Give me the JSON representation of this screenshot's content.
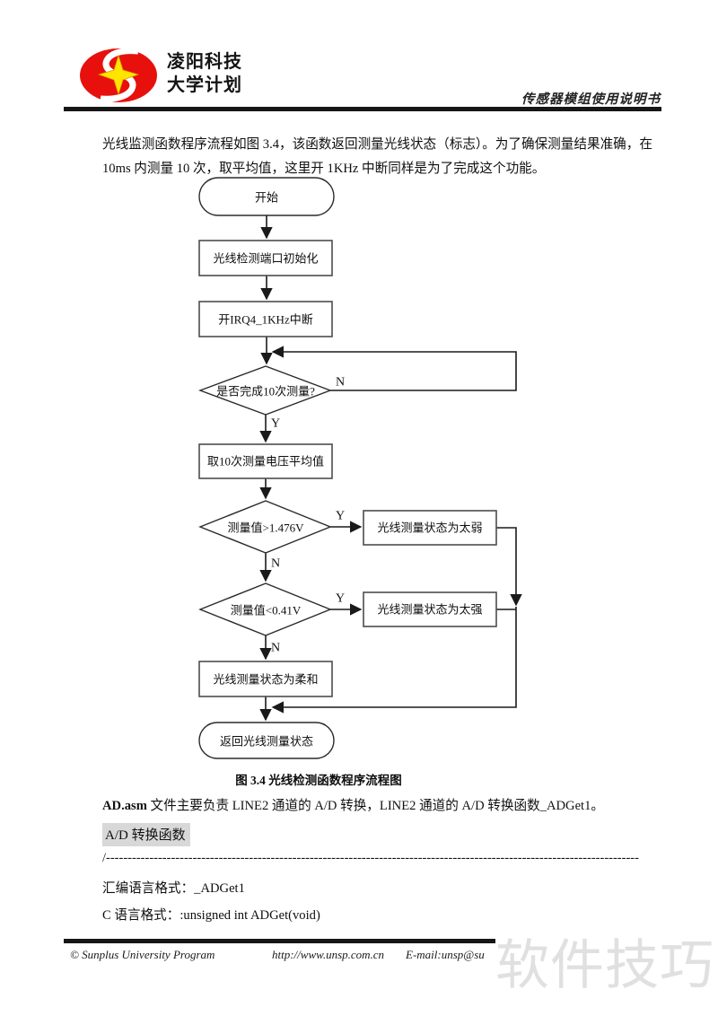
{
  "header": {
    "logo_line1": "凌阳科技",
    "logo_line2": "大学计划",
    "doc_title": "传感器模组使用说明书",
    "logo_colors": {
      "oval": "#e8100c",
      "star": "#ffe400"
    }
  },
  "intro": {
    "line1": "光线监测函数程序流程如图 3.4，该函数返回测量光线状态（标志）。为了确保测量结果准确，在",
    "line2": "10ms 内测量 10 次，取平均值，这里开 1KHz 中断同样是为了完成这个功能。"
  },
  "flowchart": {
    "caption": "图 3.4 光线检测函数程序流程图",
    "nodes": {
      "start": "开始",
      "init_port": "光线检测端口初始化",
      "open_irq": "开IRQ4_1KHz中断",
      "decision_ten": "是否完成10次测量?",
      "average": "取10次测量电压平均值",
      "decision_high": "测量值>1.476V",
      "too_weak": "光线测量状态为太弱",
      "decision_low": "测量值<0.41V",
      "too_strong": "光线测量状态为太强",
      "soft": "光线测量状态为柔和",
      "end": "返回光线测量状态"
    },
    "labels": {
      "yes": "Y",
      "no": "N"
    }
  },
  "body": {
    "ad_bold": "AD.asm",
    "ad_rest": " 文件主要负责 LINE2 通道的 A/D 转换，LINE2 通道的 A/D 转换函数_ADGet1。",
    "highlight": "A/D 转换函数",
    "divider": "/---------------------------------------------------------------------------------------------------------------------------",
    "asm_line": "汇编语言格式：_ADGet1",
    "c_line": "C 语言格式：:unsigned int ADGet(void)"
  },
  "footer": {
    "copyright": "© Sunplus University Program",
    "url": "http://www.unsp.com.cn",
    "email": "E-mail:unsp@su",
    "watermark": "软件技巧"
  }
}
